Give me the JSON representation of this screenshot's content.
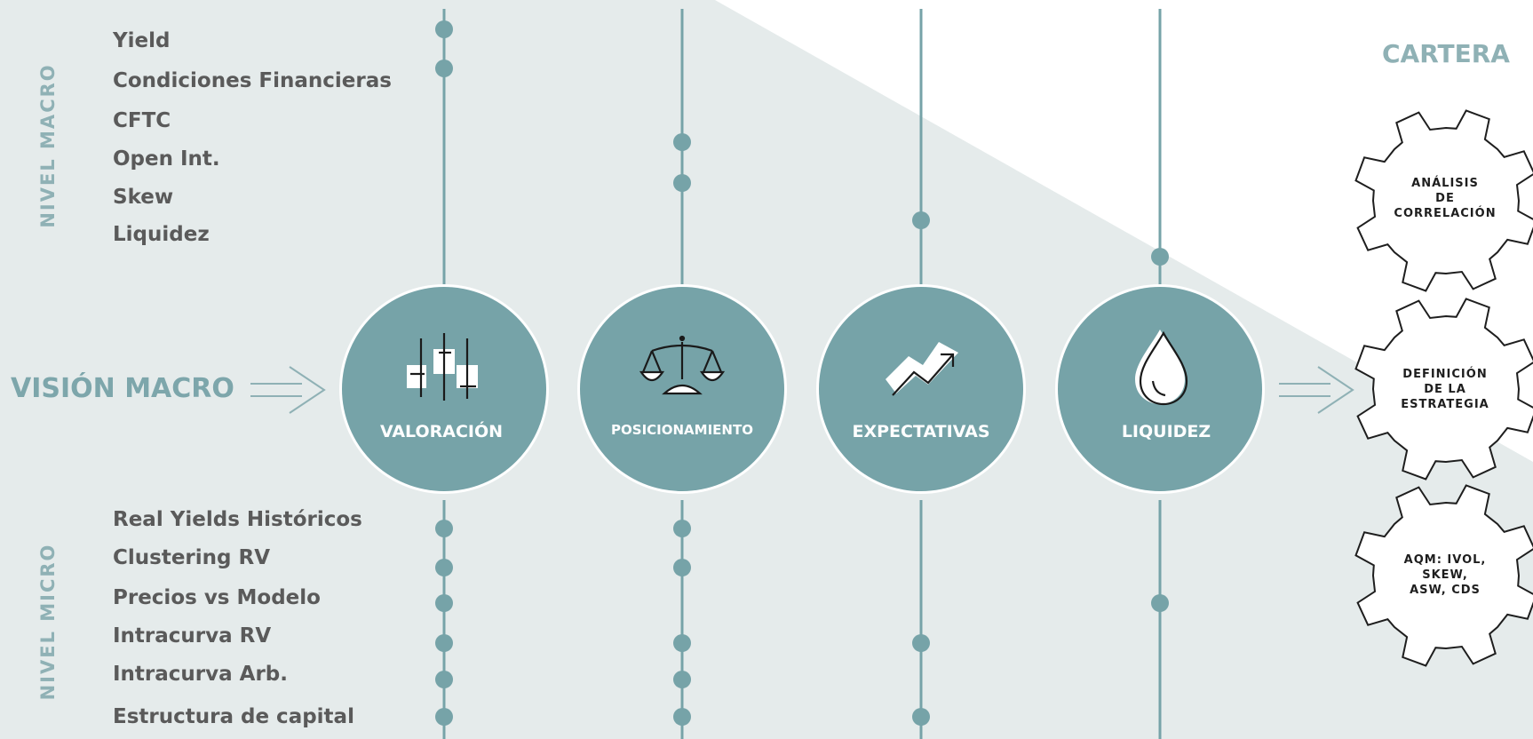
{
  "levels": {
    "macro": "NIVEL MACRO",
    "micro": "NIVEL MICRO"
  },
  "vision_macro": "VISIÓN MACRO",
  "cartera": "CARTERA",
  "macro_items": [
    "Yield",
    "Condiciones Financieras",
    "CFTC",
    "Open Int.",
    "Skew",
    "Liquidez"
  ],
  "micro_items": [
    "Real Yields Históricos",
    "Clustering RV",
    "Precios vs Modelo",
    "Intracurva RV",
    "Intracurva Arb.",
    "Estructura de capital"
  ],
  "pillars": [
    {
      "label": "VALORACIÓN",
      "icon": "candlestick-chart-icon",
      "macro_rows": [
        0,
        1
      ],
      "micro_rows": [
        0,
        1,
        2,
        3,
        4,
        5
      ]
    },
    {
      "label": "POSICIONAMIENTO",
      "icon": "balance-scale-icon",
      "macro_rows": [
        2,
        3
      ],
      "micro_rows": [
        0,
        1,
        3,
        4,
        5
      ]
    },
    {
      "label": "EXPECTATIVAS",
      "icon": "trend-up-arrow-icon",
      "macro_rows": [
        4
      ],
      "micro_rows": [
        3,
        5
      ]
    },
    {
      "label": "LIQUIDEZ",
      "icon": "water-drop-icon",
      "macro_rows": [
        5
      ],
      "micro_rows": [
        2
      ]
    }
  ],
  "gears": [
    {
      "lines": [
        "ANÁLISIS",
        "DE",
        "CORRELACIÓN"
      ]
    },
    {
      "lines": [
        "DEFINICIÓN",
        "DE LA",
        "ESTRATEGIA"
      ]
    },
    {
      "lines": [
        "AQM: IVOL,",
        "SKEW,",
        "ASW, CDS"
      ]
    }
  ],
  "colors": {
    "teal": "#76a3a8",
    "light_bg": "#e5ebeb",
    "text_gray": "#5a5a5a",
    "label_teal": "#8fb1b5"
  }
}
